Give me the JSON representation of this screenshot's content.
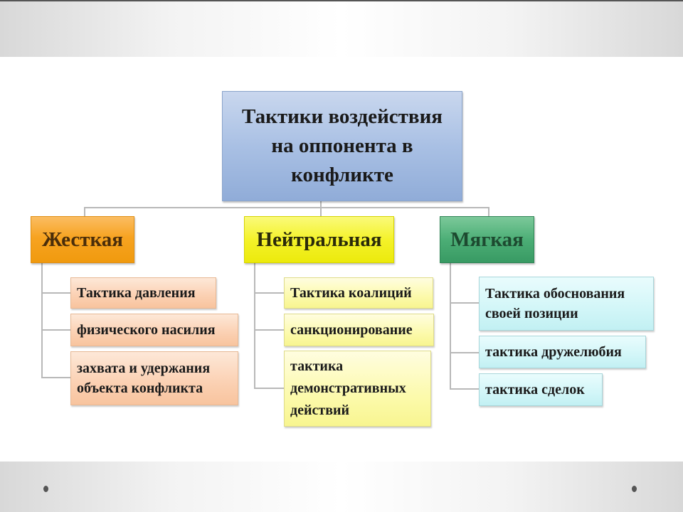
{
  "slide": {
    "title": "Тактики воздействия на оппонента в конфликте",
    "colors": {
      "title_box": "#a9c0e4",
      "hard": "#f7a321",
      "neutral": "#f4f22a",
      "soft": "#4cae76"
    }
  },
  "categories": [
    {
      "label": "Жесткая",
      "items": [
        "Тактика давления",
        "физического насилия",
        "захвата и удержания объекта конфликта"
      ]
    },
    {
      "label": "Нейтральная",
      "items": [
        "Тактика коалиций",
        "санкционирование",
        "тактика демонстративных действий"
      ]
    },
    {
      "label": "Мягкая",
      "items": [
        "Тактика обоснования своей позиции",
        "тактика дружелюбия",
        "тактика сделок"
      ]
    }
  ]
}
